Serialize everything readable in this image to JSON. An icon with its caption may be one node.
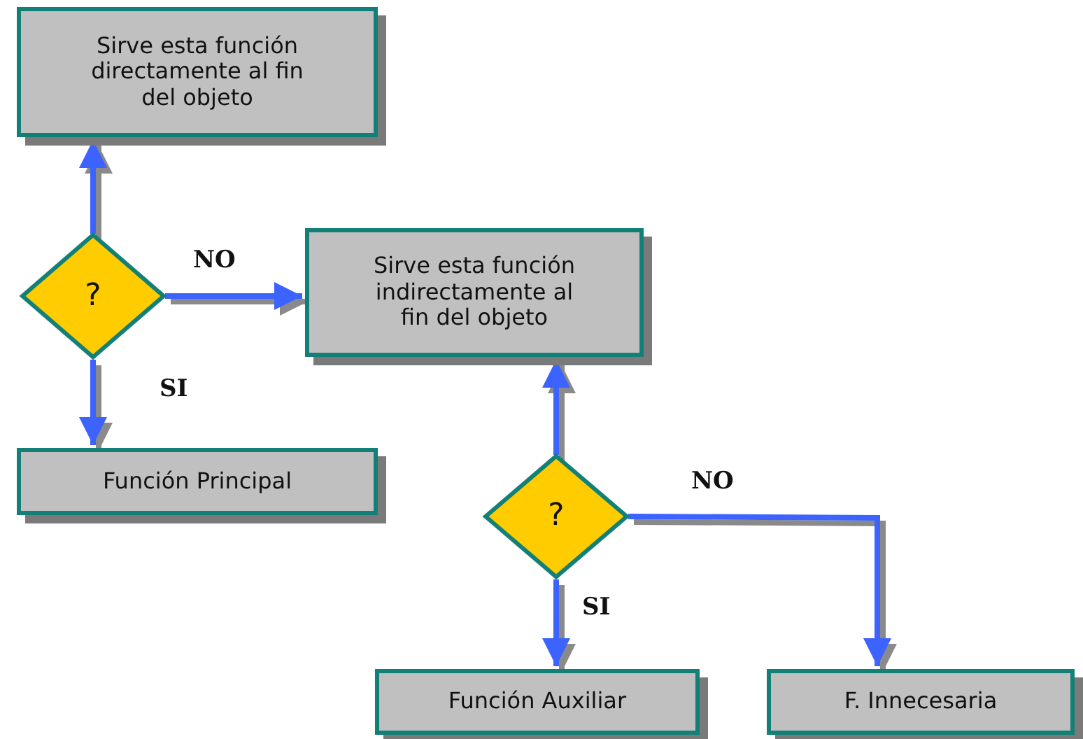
{
  "diagram": {
    "nodes": [
      {
        "text": [
          "Sirve esta función directamente al fin del objeto"
        ]
      },
      {
        "text": [
          "?"
        ]
      },
      {
        "text": [
          "Sirve esta función indirectamente al fin del objeto"
        ]
      },
      {
        "text": [
          "Función Principal"
        ]
      },
      {
        "text": [
          "?"
        ]
      },
      {
        "text": [
          "Función Auxiliar"
        ]
      },
      {
        "text": [
          "F. Innecesaria"
        ]
      }
    ],
    "edges": [
      {
        "from": 1,
        "to": 0,
        "arrow": "to"
      },
      {
        "from": 1,
        "to": 2,
        "arrow": "to",
        "label": "NO"
      },
      {
        "from": 1,
        "to": 3,
        "arrow": "to",
        "label": "SI"
      },
      {
        "from": 4,
        "to": 2,
        "arrow": "to"
      },
      {
        "from": 4,
        "to": 5,
        "arrow": "to",
        "label": "SI"
      },
      {
        "from": 4,
        "to": 6,
        "arrow": "to",
        "label": "NO"
      }
    ]
  }
}
